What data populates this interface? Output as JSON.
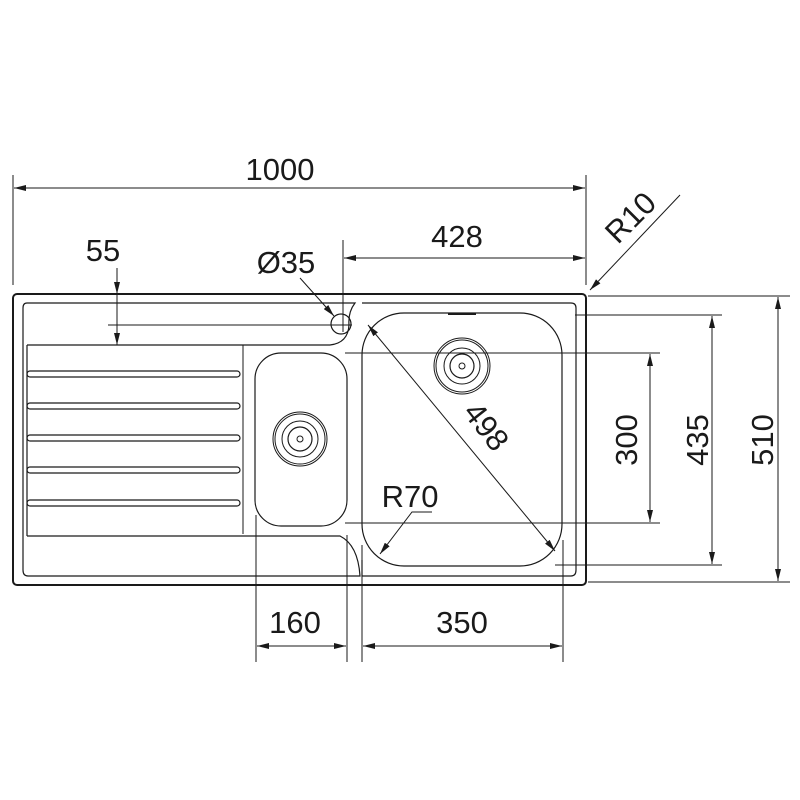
{
  "drawing": {
    "title": "Kitchen sink with drainer and 1.5 bowls - dimension drawing",
    "dimensions": {
      "overall_width": "1000",
      "overall_depth": "510",
      "main_bowl_offset": "428",
      "tap_hole": "Ø35",
      "tap_hole_offset": "55",
      "corner_radius": "R10",
      "main_bowl_diagonal": "498",
      "bowl_corner_radius": "R70",
      "small_bowl_width": "160",
      "main_bowl_width": "350",
      "bowl_depth": "300",
      "inner_depth": "435"
    },
    "colors": {
      "line": "#1a1a1a",
      "background": "#ffffff"
    }
  }
}
